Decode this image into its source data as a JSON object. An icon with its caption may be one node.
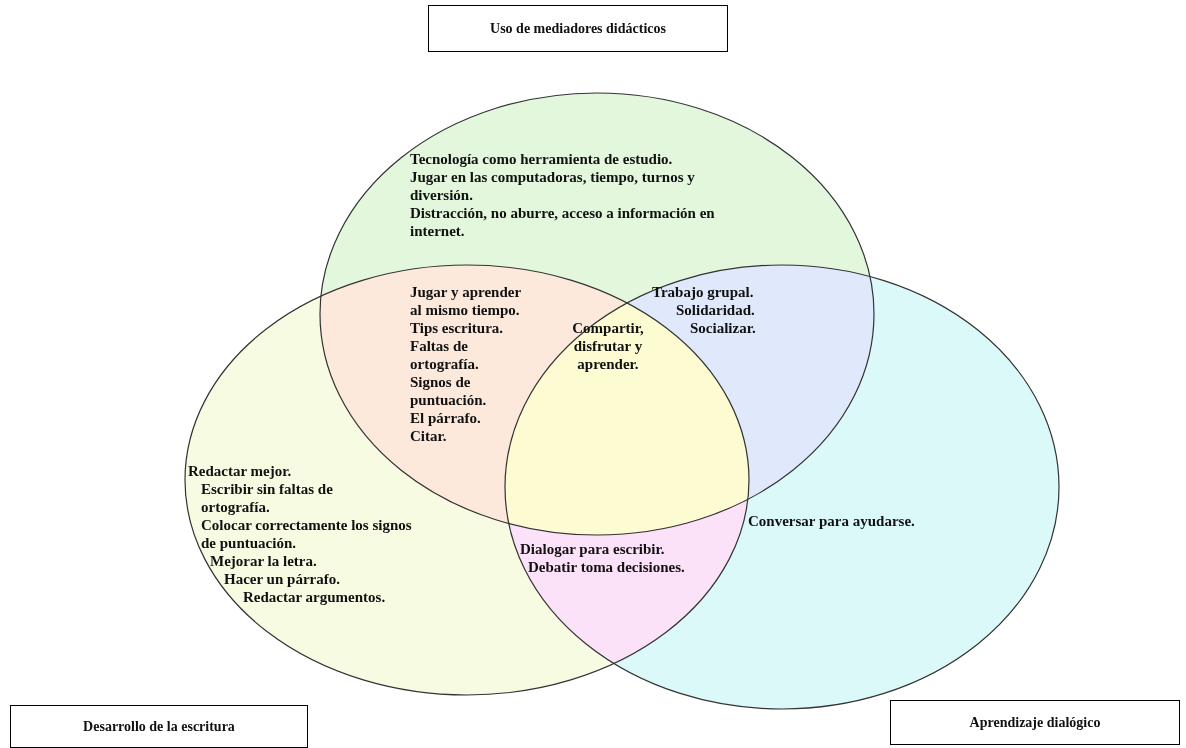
{
  "diagram": {
    "nodes": [
      {
        "text": [
          "Uso de mediadores didácticos"
        ]
      },
      {
        "text": [
          "Desarrollo de la escritura"
        ]
      },
      {
        "text": [
          "Aprendizaje dialógico"
        ]
      },
      {
        "text": [],
        "shape": "circle"
      },
      {
        "text": [],
        "shape": "circle"
      },
      {
        "text": [],
        "shape": "circle"
      }
    ],
    "edges": [],
    "labels": [
      "Tecnología como herramienta de estudio.",
      "Jugar en las computadoras, tiempo, turnos y diversión.",
      "Distracción, no aburre, acceso a información en internet.",
      "Jugar y aprender al mismo tiempo.",
      "Tips escritura.",
      "Faltas de ortografía.",
      "Signos de puntuación.",
      "El párrafo.",
      "Citar.",
      "Trabajo grupal.",
      "Solidaridad.",
      "Socializar.",
      "Compartir, disfrutar y aprender.",
      "Redactar mejor.",
      "Escribir sin faltas de ortografía.",
      "Colocar correctamente los signos de puntuación.",
      "Mejorar la letra.",
      "Hacer un párrafo.",
      "Redactar argumentos.",
      "Conversar para ayudarse.",
      "Dialogar para escribir.",
      "Debatir toma decisiones."
    ]
  }
}
